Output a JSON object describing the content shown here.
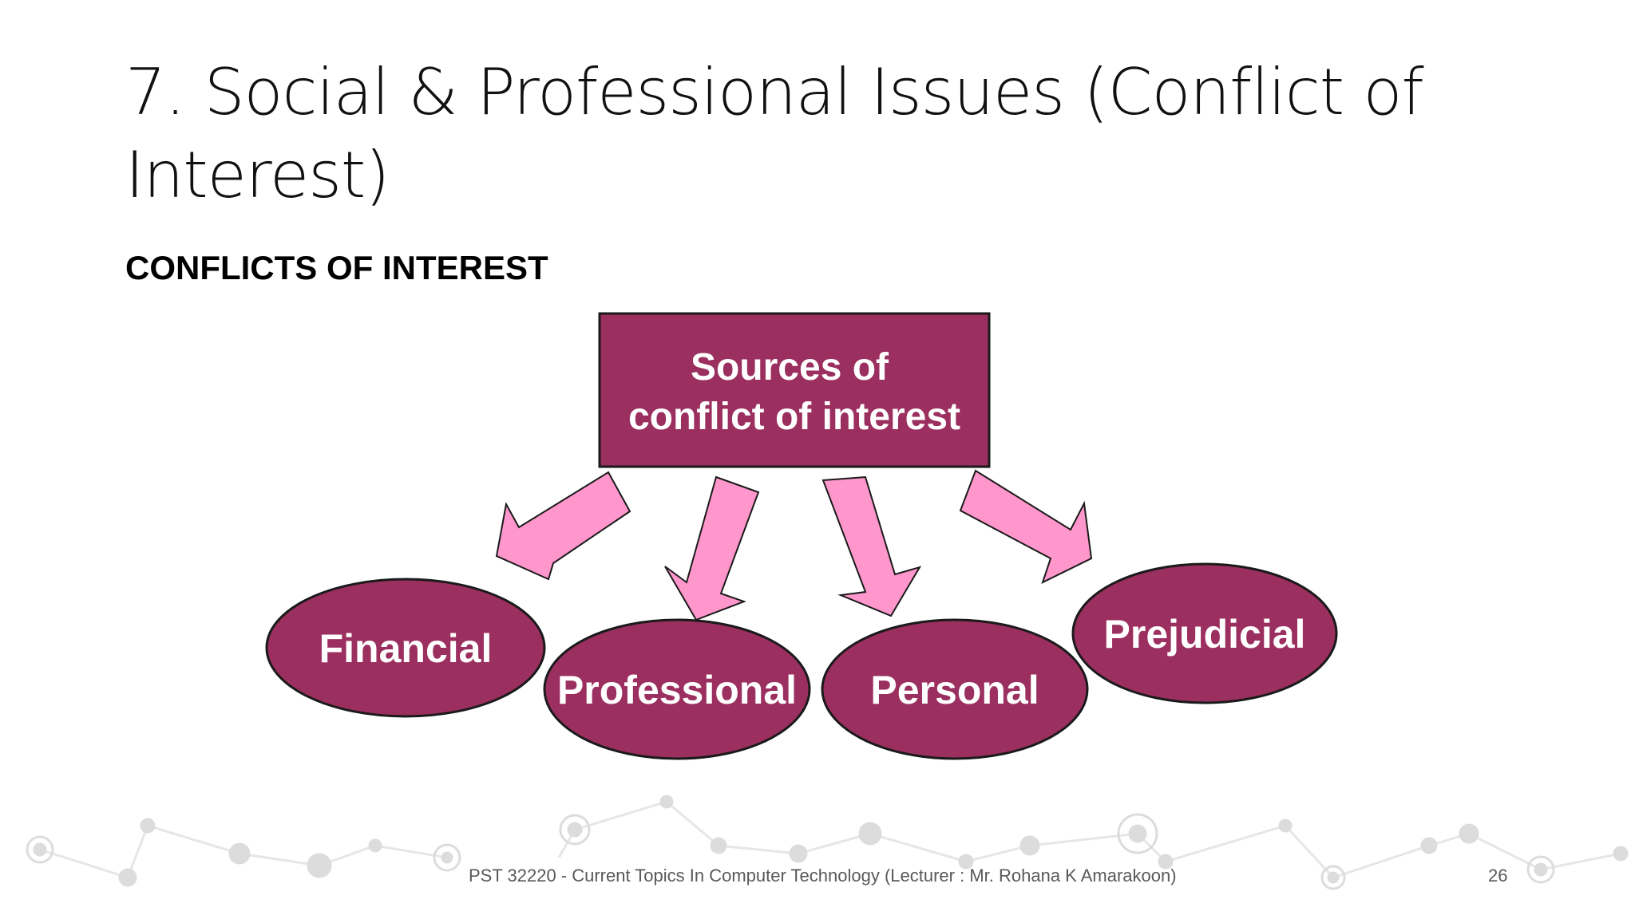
{
  "slide": {
    "title": "7. Social & Professional Issues (Conflict of Interest)",
    "heading": "CONFLICTS OF INTEREST",
    "footer": "PST 32220 - Current Topics In Computer Technology (Lecturer : Mr. Rohana K Amarakoon)",
    "page_number": "26"
  },
  "diagram": {
    "source_line1": "Sources of",
    "source_line2": "conflict of interest",
    "categories": {
      "financial": "Financial",
      "professional": "Professional",
      "personal": "Personal",
      "prejudicial": "Prejudicial"
    }
  },
  "colors": {
    "node_fill": "#9b2f5f",
    "arrow_fill": "#ff96cc",
    "outline": "#1a1a1a",
    "node_text": "#ffffff",
    "network_pattern": "#dcdcdc"
  }
}
